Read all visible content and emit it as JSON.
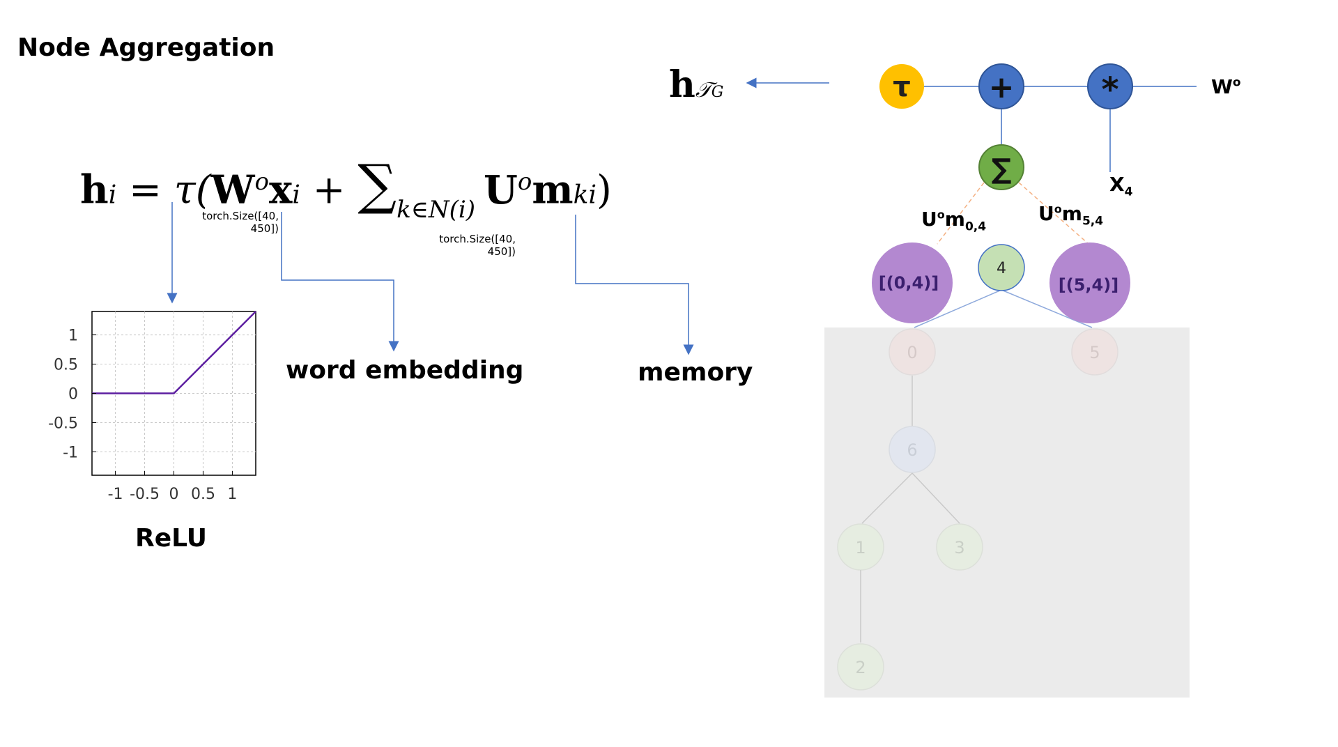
{
  "title": "Node Aggregation",
  "formula": {
    "lhs": "h",
    "lhs_sub": "i",
    "eq": " = ",
    "tau": "τ(",
    "W": "W",
    "W_sup": "o",
    "x": "x",
    "x_sub": "i",
    "plus": " + ",
    "sum": "∑",
    "sum_sub": "k∈N(i)",
    "U": "U",
    "U_sup": "o",
    "m": "m",
    "m_sub": "ki",
    "close": ")",
    "note_left_1": "torch.Size([40,",
    "note_left_2": "450])",
    "note_right_1": "torch.Size([40,",
    "note_right_2": "450])"
  },
  "labels": {
    "word_embedding": "word embedding",
    "memory": "memory",
    "relu": "ReLU"
  },
  "relu_plot": {
    "y_ticks": [
      "1",
      "0.5",
      "0",
      "-0.5",
      "-1"
    ],
    "x_ticks": [
      "-1",
      "-0.5",
      "0",
      "0.5",
      "1"
    ]
  },
  "graph": {
    "output_label": "h",
    "output_sub": "𝒯",
    "output_sub2": "G",
    "tau_node": "τ",
    "plus_node": "+",
    "mult_node": "*",
    "sum_node": "∑",
    "wo_label": "W",
    "wo_sup": "o",
    "x4_label": "X",
    "x4_sub": "4",
    "uo_left": "U",
    "uo_left_sup": "o",
    "uo_left_m": "m",
    "uo_left_sub": "0,4",
    "uo_right": "U",
    "uo_right_sup": "o",
    "uo_right_m": "m",
    "uo_right_sub": "5,4",
    "memory_left": "[(0,4)]",
    "memory_right": "[(5,4)]",
    "node_4": "4",
    "tree_nodes": [
      "0",
      "5",
      "6",
      "1",
      "3",
      "2"
    ]
  },
  "colors": {
    "tau": "#ffc000",
    "op_blue": "#4472c4",
    "sum_green": "#70ad47",
    "memory_purple": "#b388d0",
    "node4_green": "#c5e0b4",
    "arrow_blue": "#4472c4",
    "relu_line": "#5c1ea0",
    "tree_bg": "#ebebeb"
  }
}
